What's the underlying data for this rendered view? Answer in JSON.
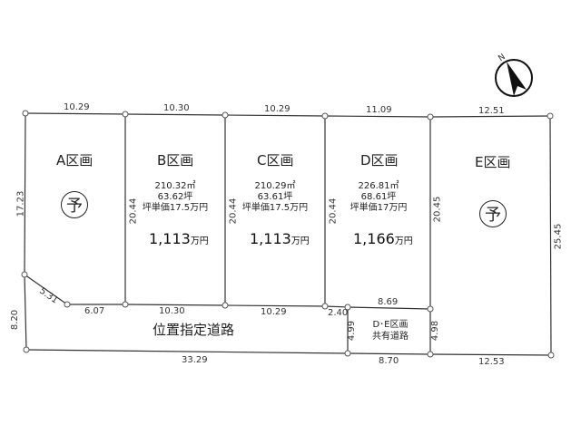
{
  "north_arrow": {
    "label": "N"
  },
  "lots": [
    {
      "id": "A",
      "title": "A区画",
      "badge": "予"
    },
    {
      "id": "B",
      "title": "B区画",
      "area_m2": "210.32㎡",
      "area_tsubo": "63.62坪",
      "unit_price": "坪単価17.5万円",
      "price": "1,113",
      "price_unit": "万円"
    },
    {
      "id": "C",
      "title": "C区画",
      "area_m2": "210.29㎡",
      "area_tsubo": "63.61坪",
      "unit_price": "坪単価17.5万円",
      "price": "1,113",
      "price_unit": "万円"
    },
    {
      "id": "D",
      "title": "D区画",
      "area_m2": "226.81㎡",
      "area_tsubo": "68.61坪",
      "unit_price": "坪単価17万円",
      "price": "1,166",
      "price_unit": "万円"
    },
    {
      "id": "E",
      "title": "E区画",
      "badge": "予"
    }
  ],
  "road": {
    "label": "位置指定道路"
  },
  "shared_road": {
    "line1": "D･E区画",
    "line2": "共有道路"
  },
  "dimensions": {
    "top_a": "10.29",
    "top_b": "10.30",
    "top_c": "10.29",
    "top_d": "11.09",
    "top_e": "12.51",
    "left_a": "17.23",
    "side_ab": "20.44",
    "side_bc": "20.44",
    "side_cd": "20.44",
    "side_de": "20.45",
    "right_e": "25.45",
    "chamfer": "5.31",
    "bottom_a": "6.07",
    "bottom_b": "10.30",
    "bottom_c": "10.29",
    "bottom_d_step": "2.40",
    "bottom_d": "8.69",
    "road_left": "8.20",
    "road_bottom": "33.29",
    "shared_left": "4.99",
    "shared_right": "4.98",
    "shared_bottom": "8.70",
    "bottom_e": "12.53"
  }
}
